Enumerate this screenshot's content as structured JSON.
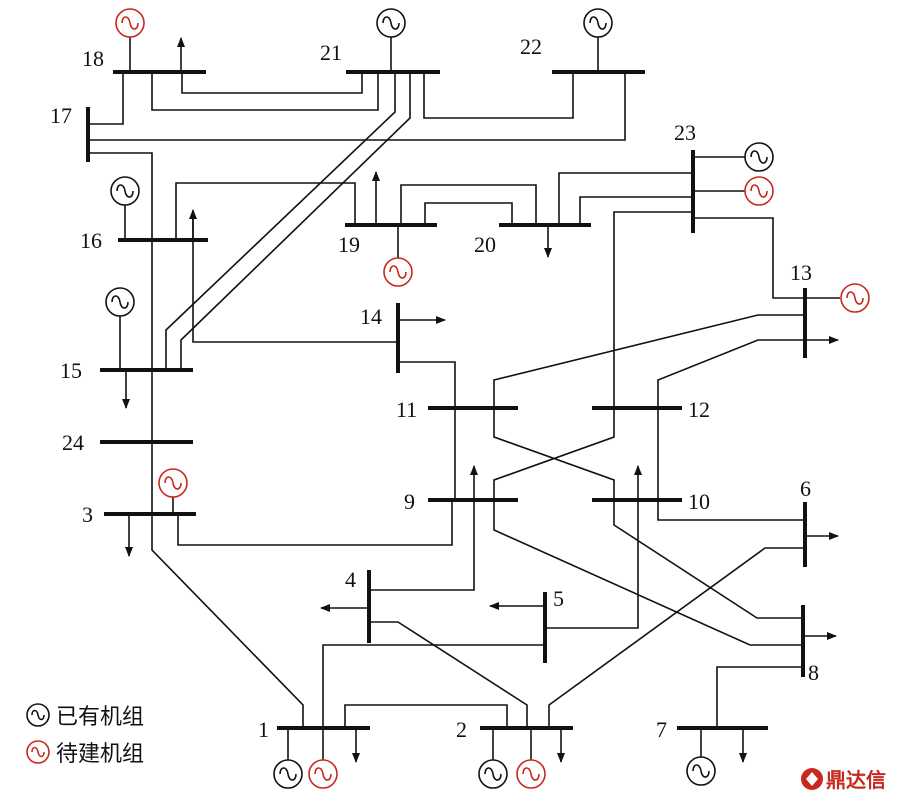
{
  "colors": {
    "line": "#111111",
    "existing_generator": "#111111",
    "planned_generator": "#c8281e",
    "logo": "#c8281e"
  },
  "bus_labels": {
    "b1": "1",
    "b2": "2",
    "b3": "3",
    "b4": "4",
    "b5": "5",
    "b6": "6",
    "b7": "7",
    "b8": "8",
    "b9": "9",
    "b10": "10",
    "b11": "11",
    "b12": "12",
    "b13": "13",
    "b14": "14",
    "b15": "15",
    "b16": "16",
    "b17": "17",
    "b18": "18",
    "b19": "19",
    "b20": "20",
    "b21": "21",
    "b22": "22",
    "b23": "23",
    "b24": "24"
  },
  "legend": {
    "existing_label": "已有机组",
    "planned_label": "待建机组"
  },
  "generators": {
    "existing": [
      "21",
      "22",
      "23",
      "16",
      "15",
      "1",
      "2",
      "7"
    ],
    "planned": [
      "18",
      "23",
      "19",
      "13",
      "3",
      "1",
      "2"
    ]
  },
  "logo": {
    "text": "鼎达信"
  }
}
